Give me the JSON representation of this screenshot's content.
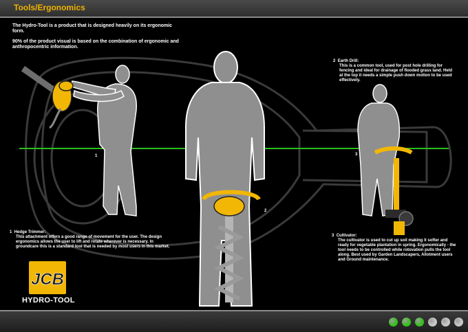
{
  "header": {
    "title": "Tools/Ergonomics"
  },
  "intro": {
    "line1": "The Hydro-Tool is a product that is designed heavily on its ergonomic form.",
    "line2": "90% of the product visual is based on the combination of ergonomic and anthropocentric information."
  },
  "figure_numbers": {
    "one": "1",
    "two": "2",
    "three": "3"
  },
  "notes": {
    "hedge_trimmer": {
      "number": "1",
      "heading": "Hedge Trimmer:",
      "body": "This attachment offers a good range of movement for the user. The design ergonomics allows the user to lift and rotate wherever is necessary. In groundcare this is a standard tool that is needed by most users in this market."
    },
    "earth_drill": {
      "number": "2",
      "heading": "Earth Drill:",
      "body": "This is a common tool, used for post hole drilling for fencing and ideal for drainage of flooded grass land. Held at the top it needs a simple push down motion to be used effectively."
    },
    "cultivator": {
      "number": "3",
      "heading": "Cultivator:",
      "body": "The cultivator is used to cut up soil making it softer and ready for vegetable plantation in spring. Ergonomically - the tool needs to be controlled while rotovation pulls the tool along. Best used by Garden Landscapers, Allotment users and Ground maintenance."
    }
  },
  "brand": {
    "logo_text": "JCB",
    "product_name": "HYDRO-TOOL"
  },
  "pagination": {
    "dots": [
      {
        "state": "active"
      },
      {
        "state": "active"
      },
      {
        "state": "active"
      },
      {
        "state": "inactive"
      },
      {
        "state": "inactive"
      },
      {
        "state": "inactive"
      }
    ]
  },
  "colors": {
    "accent": "#f0b400",
    "guide_line": "#2bbf1f",
    "dot_active": "#35c21c",
    "dot_inactive": "#c8c8c8",
    "tool_yellow": "#f2b705"
  }
}
